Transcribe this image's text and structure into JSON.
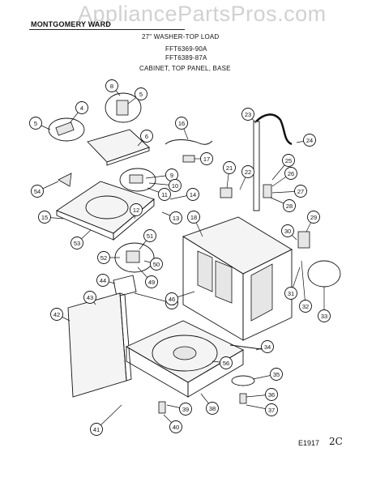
{
  "header": {
    "brand": "MONTGOMERY WARD",
    "title": "27\" WASHER-TOP LOAD",
    "models": [
      "FFT6369-90A",
      "FFT6389-87A"
    ],
    "section": "CABINET, TOP PANEL, BASE"
  },
  "watermark": "AppliancePartsPros.com",
  "footer": {
    "code": "E1917",
    "mark": "2C"
  },
  "callouts": [
    {
      "n": "4"
    },
    {
      "n": "5"
    },
    {
      "n": "5"
    },
    {
      "n": "8"
    },
    {
      "n": "6"
    },
    {
      "n": "16"
    },
    {
      "n": "17"
    },
    {
      "n": "9"
    },
    {
      "n": "10"
    },
    {
      "n": "11"
    },
    {
      "n": "14"
    },
    {
      "n": "54"
    },
    {
      "n": "15"
    },
    {
      "n": "13"
    },
    {
      "n": "53"
    },
    {
      "n": "12"
    },
    {
      "n": "51"
    },
    {
      "n": "52"
    },
    {
      "n": "50"
    },
    {
      "n": "49"
    },
    {
      "n": "44"
    },
    {
      "n": "45"
    },
    {
      "n": "43"
    },
    {
      "n": "42"
    },
    {
      "n": "23"
    },
    {
      "n": "24"
    },
    {
      "n": "25"
    },
    {
      "n": "26"
    },
    {
      "n": "27"
    },
    {
      "n": "28"
    },
    {
      "n": "22"
    },
    {
      "n": "21"
    },
    {
      "n": "18"
    },
    {
      "n": "29"
    },
    {
      "n": "30"
    },
    {
      "n": "31"
    },
    {
      "n": "32"
    },
    {
      "n": "33"
    },
    {
      "n": "46"
    },
    {
      "n": "34"
    },
    {
      "n": "56"
    },
    {
      "n": "35"
    },
    {
      "n": "36"
    },
    {
      "n": "37"
    },
    {
      "n": "39"
    },
    {
      "n": "40"
    },
    {
      "n": "38"
    },
    {
      "n": "41"
    }
  ]
}
